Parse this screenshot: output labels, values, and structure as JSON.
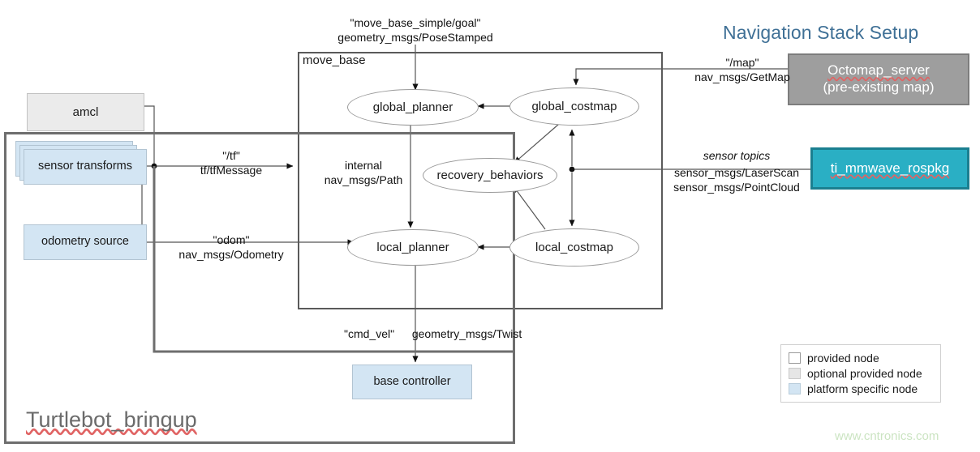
{
  "title": "Navigation Stack Setup",
  "watermark": "www.cntronics.com",
  "containers": {
    "move_base_label": "move_base",
    "bringup_label": "Turtlebot_bringup"
  },
  "nodes": {
    "global_planner": "global_planner",
    "global_costmap": "global_costmap",
    "recovery_behaviors": "recovery_behaviors",
    "local_planner": "local_planner",
    "local_costmap": "local_costmap",
    "amcl": "amcl",
    "sensor_transforms": "sensor transforms",
    "odometry_source": "odometry source",
    "base_controller": "base controller",
    "octomap_server_line1": "Octomap_server",
    "octomap_server_line2": "(pre-existing  map)",
    "ti_mmwave": "ti_mmwave_rospkg"
  },
  "edges": {
    "goal_topic": "\"move_base_simple/goal\"",
    "goal_type": "geometry_msgs/PoseStamped",
    "map_topic": "\"/map\"",
    "map_type": "nav_msgs/GetMap",
    "sensor_topics": "sensor topics",
    "sensor_type1": "sensor_msgs/LaserScan",
    "sensor_type2": "sensor_msgs/PointCloud",
    "tf_topic": "\"/tf\"",
    "tf_type": "tf/tfMessage",
    "odom_topic": "\"odom\"",
    "odom_type": "nav_msgs/Odometry",
    "internal_label": "internal",
    "internal_type": "nav_msgs/Path",
    "cmd_vel_topic": "\"cmd_vel\"",
    "cmd_vel_type": "geometry_msgs/Twist"
  },
  "legend": {
    "items": [
      {
        "label": "provided node",
        "swatch": "provided"
      },
      {
        "label": "optional provided node",
        "swatch": "optional"
      },
      {
        "label": "platform specific node",
        "swatch": "platform"
      }
    ]
  },
  "colors": {
    "title_blue": "#3f7096",
    "platform_blue": "#d3e5f3",
    "optional_gray": "#ebebeb",
    "octomap_gray": "#9e9e9e",
    "mmwave_teal": "#2aafc4",
    "frame_gray": "#6e6e6e",
    "watermark_green": "#cbe4c2",
    "spell_red": "#e06464"
  }
}
